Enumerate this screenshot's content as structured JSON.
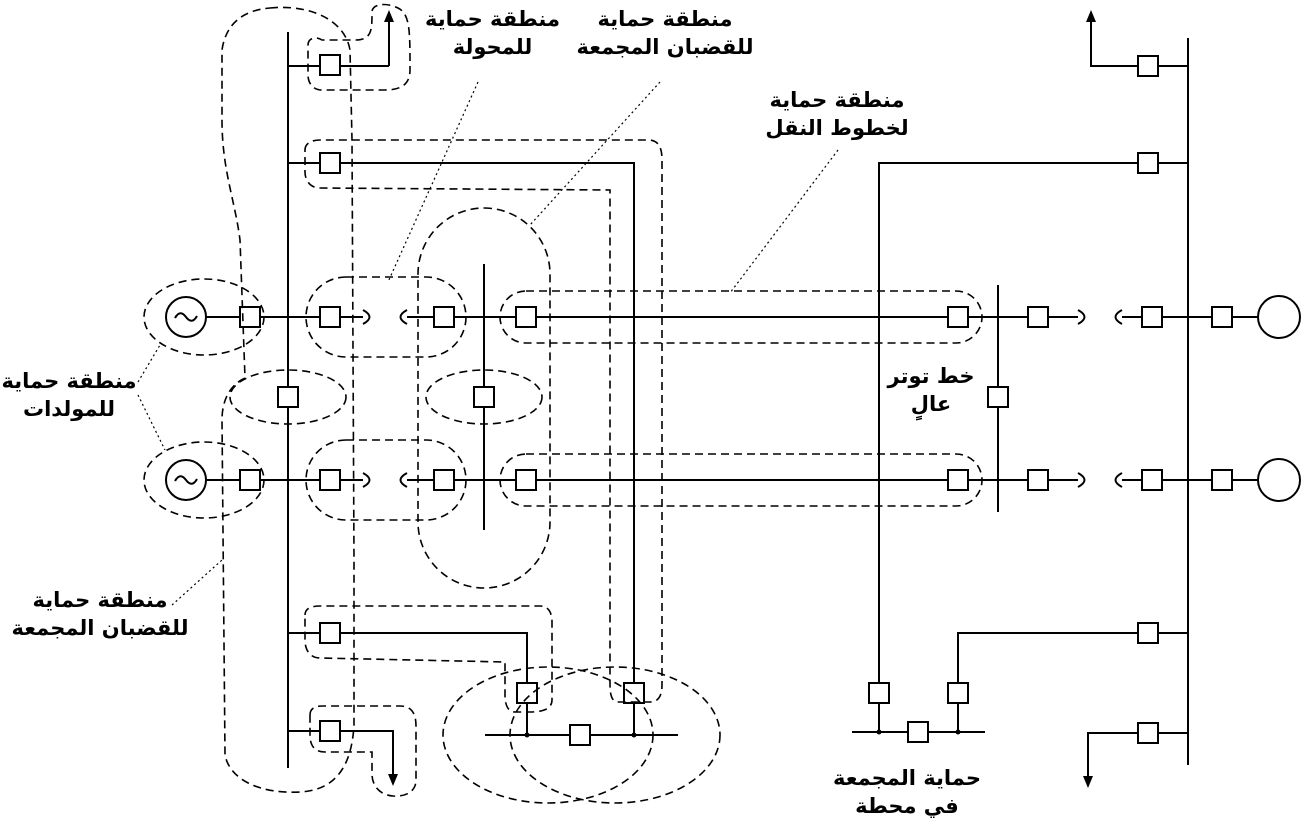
{
  "labels": {
    "transformer_zone": [
      "منطقة حماية",
      "للمحولة"
    ],
    "busbar_zone_top": [
      "منطقة حماية",
      "للقضبان المجمعة"
    ],
    "line_zone": [
      "منطقة حماية",
      "لخطوط النقل"
    ],
    "generator_zone": [
      "منطقة حماية",
      "للمولدات"
    ],
    "busbar_zone_left": [
      "منطقة حماية",
      "للقضبان المجمعة"
    ],
    "hv_line": [
      "خط توتر",
      "عالٍ"
    ],
    "station_busbar": [
      "حماية المجمعة",
      "في محطة"
    ]
  },
  "colors": {
    "stroke": "#000000",
    "background": "#ffffff"
  },
  "icons": [
    "generator-icon",
    "motor-icon",
    "circuit-breaker-icon",
    "transformer-icon",
    "arrow-down-icon",
    "arrow-up-icon"
  ]
}
